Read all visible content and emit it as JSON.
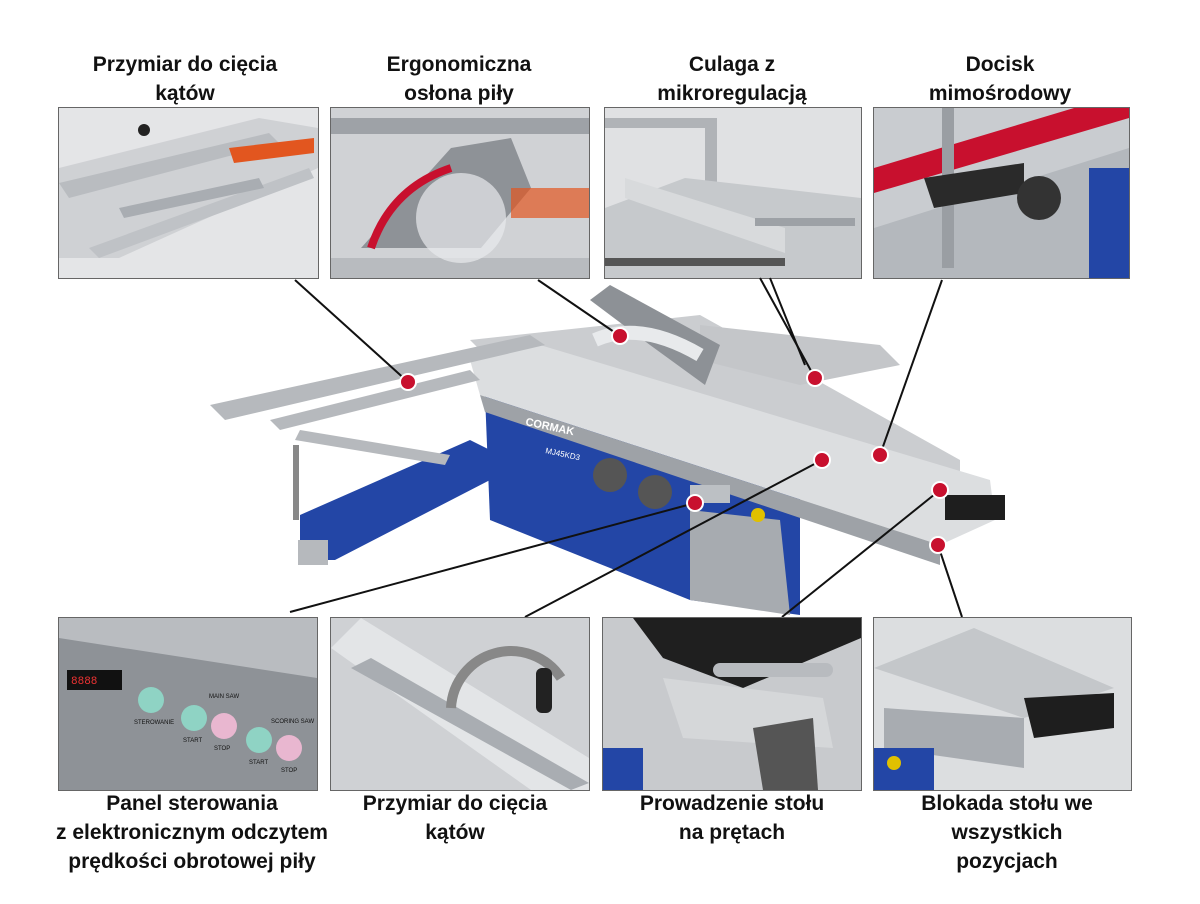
{
  "features_top": [
    {
      "title_lines": [
        "Przymiar do cięcia",
        "kątów"
      ]
    },
    {
      "title_lines": [
        "Ergonomiczna",
        "osłona piły"
      ]
    },
    {
      "title_lines": [
        "Culaga z",
        "mikroregulacją"
      ]
    },
    {
      "title_lines": [
        "Docisk",
        "mimośrodowy"
      ]
    }
  ],
  "features_bottom": [
    {
      "title_lines": [
        "Panel sterowania",
        "z elektronicznym odczytem",
        "prędkości obrotowej piły"
      ]
    },
    {
      "title_lines": [
        "Przymiar do cięcia",
        "kątów"
      ]
    },
    {
      "title_lines": [
        "Prowadzenie stołu",
        "na prętach"
      ]
    },
    {
      "title_lines": [
        "Blokada stołu we",
        "wszystkich",
        "pozycjach"
      ]
    }
  ],
  "machine": {
    "brand": "CORMAK",
    "model": "MJ45KD3"
  },
  "control_panel": {
    "labels": [
      "STEROWANIE",
      "START",
      "STOP",
      "START",
      "STOP",
      "MAIN SAW",
      "SCORING SAW"
    ]
  },
  "colors": {
    "machine_blue": "#2346a6",
    "marker_red": "#c8102e",
    "aluminium": "#c9cbce",
    "fence_orange": "#e2561f"
  }
}
